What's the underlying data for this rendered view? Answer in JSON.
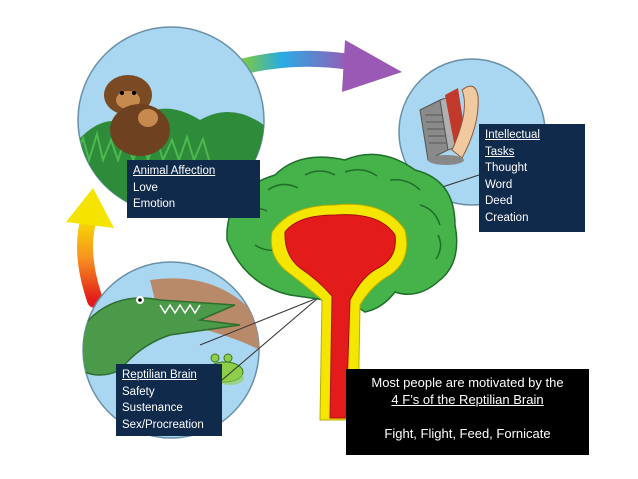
{
  "animal": {
    "title": "Animal Affection",
    "items": [
      "Love",
      "Emotion"
    ]
  },
  "intellect": {
    "title_line1": "Intellectual",
    "title_line2": "Tasks",
    "items": [
      "Thought",
      "Word",
      "Deed",
      "Creation"
    ]
  },
  "reptilian": {
    "title": "Reptilian Brain",
    "items": [
      "Safety",
      "Sustenance",
      "Sex/Procreation"
    ]
  },
  "summary": {
    "line1": "Most people are motivated by the",
    "line2": "4 F’s of the Reptilian Brain",
    "line3": "Fight, Flight, Feed, Fornicate"
  },
  "colors": {
    "circle_fill": "#a9d6f0",
    "brain_green": "#46b34a",
    "brain_yellow": "#f5e600",
    "brain_red": "#e31b1b",
    "box_navy": "#102a4c"
  },
  "icons": [
    "monkey-illustration",
    "crocodile-illustration",
    "frog-illustration",
    "hand-writing-illustration",
    "cycle-arrow"
  ]
}
